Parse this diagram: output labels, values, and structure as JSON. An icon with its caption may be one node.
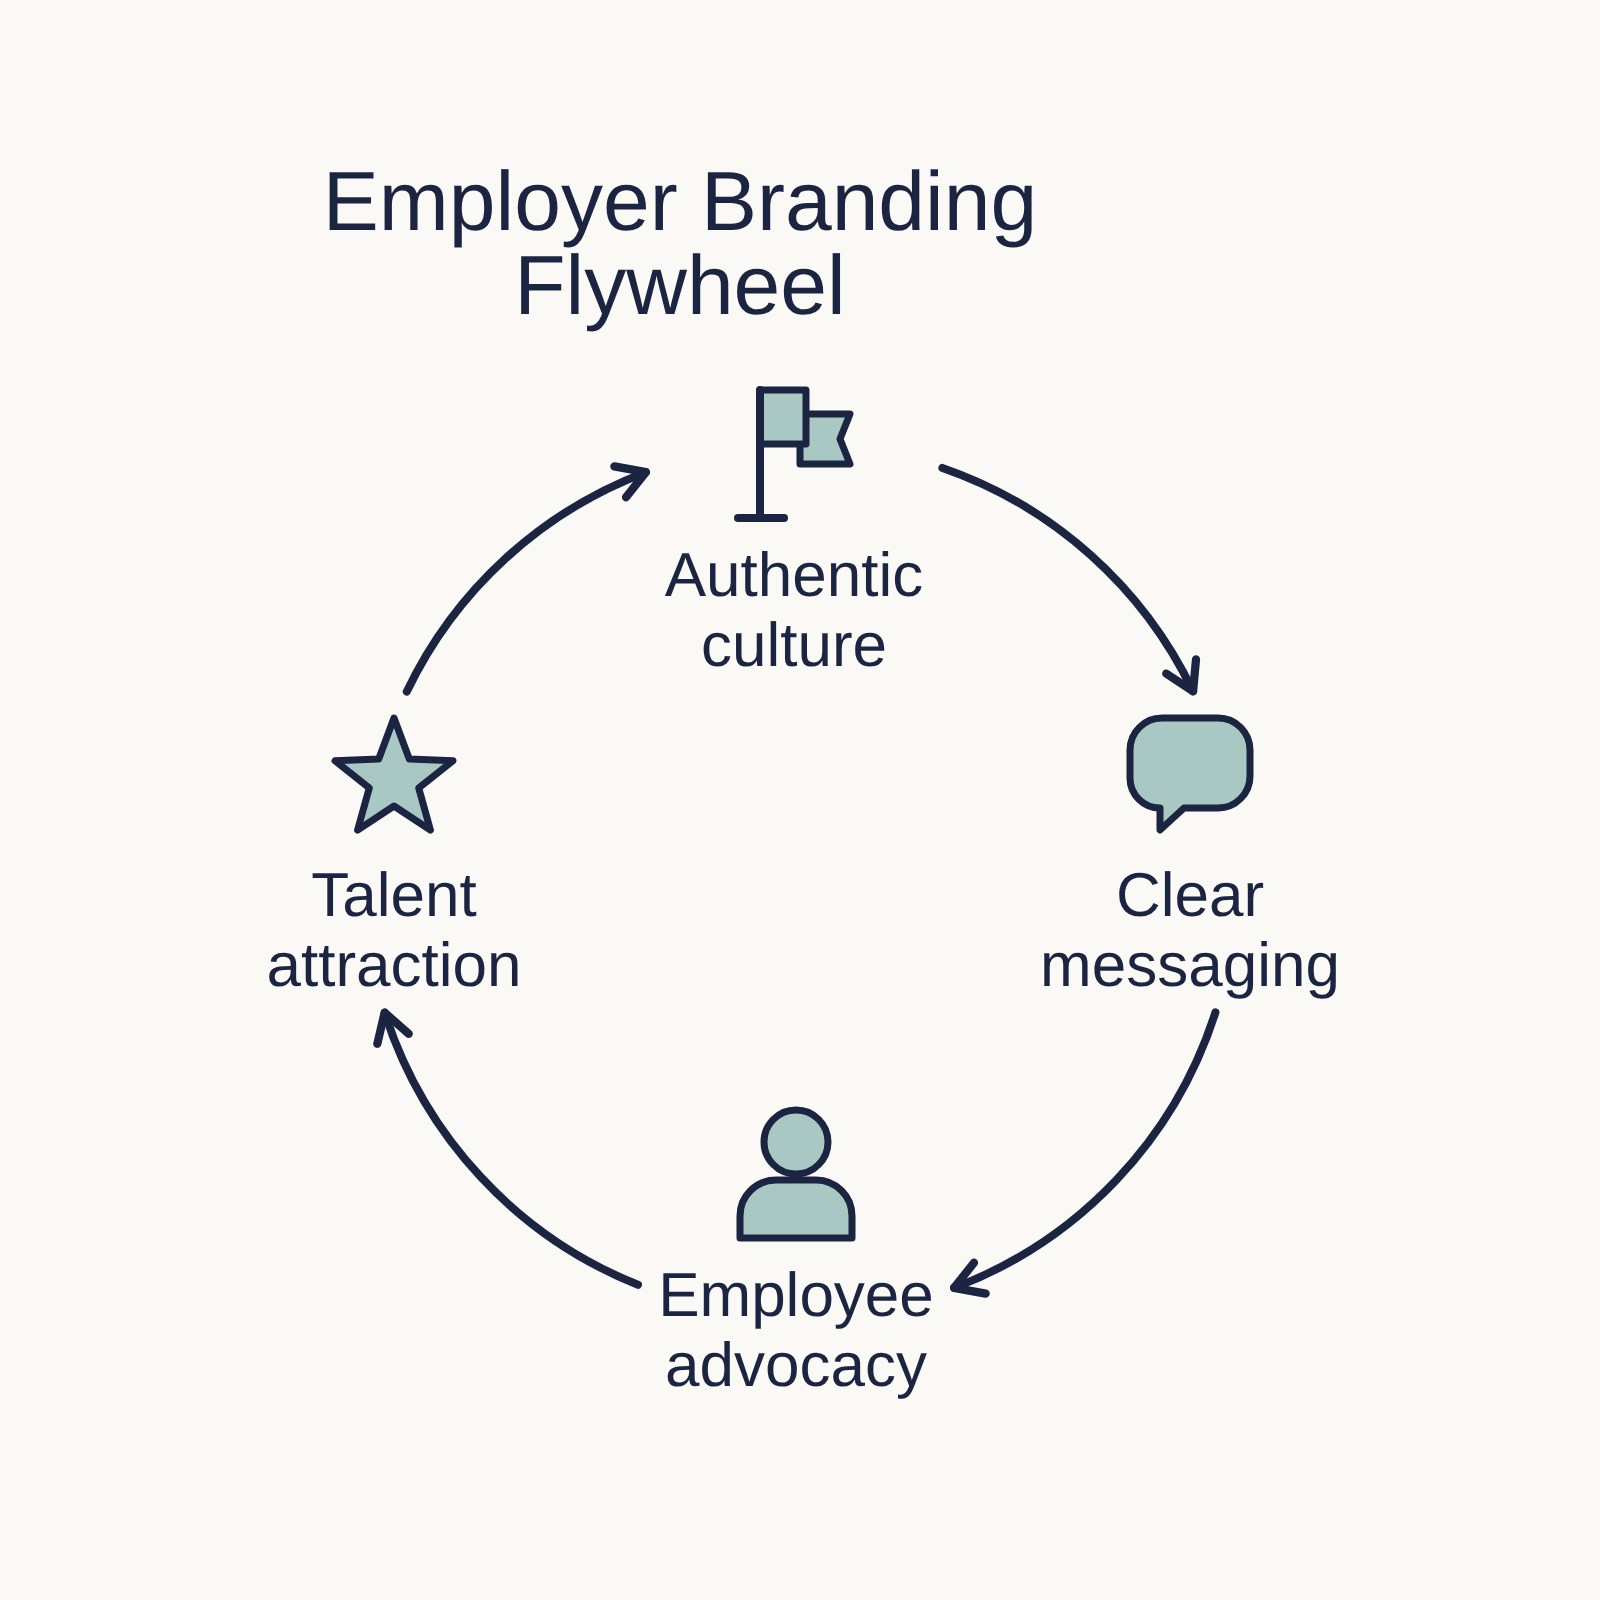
{
  "diagram": {
    "title": "Employer Branding Flywheel",
    "nodes": [
      {
        "text": [
          "Authentic culture"
        ]
      },
      {
        "text": [
          "Clear messaging"
        ]
      },
      {
        "text": [
          "Employee advocacy"
        ]
      },
      {
        "text": [
          "Talent attraction"
        ]
      }
    ],
    "edges": [
      {
        "from": 0,
        "to": 1,
        "arrow": "to"
      },
      {
        "from": 1,
        "to": 2,
        "arrow": "to"
      },
      {
        "from": 2,
        "to": 3,
        "arrow": "to"
      },
      {
        "from": 3,
        "to": 0,
        "arrow": "to"
      }
    ]
  }
}
